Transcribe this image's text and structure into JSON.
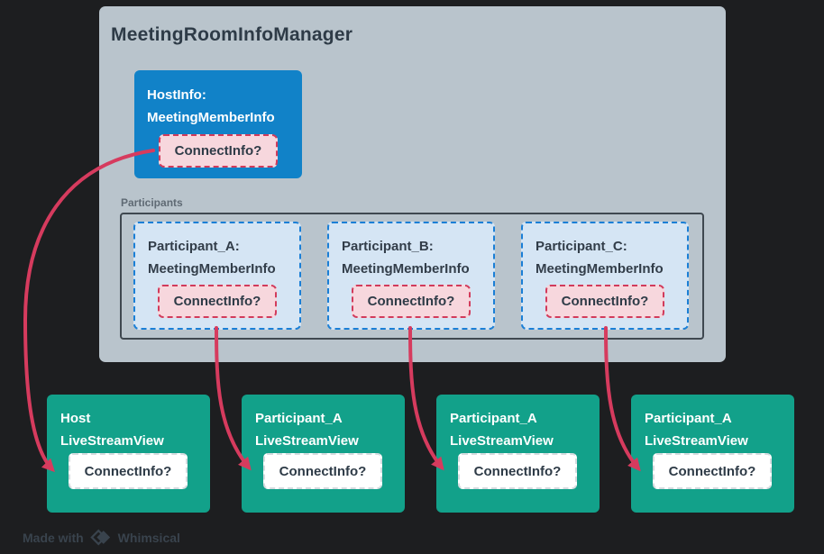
{
  "colors": {
    "background": "#1d1e20",
    "manager_bg": "#b9c4cc",
    "host_bg": "#1182c8",
    "participant_card_bg": "#d5e5f4",
    "participant_card_border": "#1b7fd6",
    "connect_chip_bg": "#f7d7dd",
    "connect_chip_border": "#d23b5b",
    "stream_box_bg": "#12a18a",
    "arrow": "#d63b5e"
  },
  "manager": {
    "title": "MeetingRoomInfoManager",
    "host": {
      "name": "HostInfo:",
      "type": "MeetingMemberInfo",
      "connect": "ConnectInfo?"
    },
    "participants": {
      "label": "Participants",
      "items": [
        {
          "name": "Participant_A:",
          "type": "MeetingMemberInfo",
          "connect": "ConnectInfo?"
        },
        {
          "name": "Participant_B:",
          "type": "MeetingMemberInfo",
          "connect": "ConnectInfo?"
        },
        {
          "name": "Participant_C:",
          "type": "MeetingMemberInfo",
          "connect": "ConnectInfo?"
        }
      ]
    }
  },
  "stream_views": [
    {
      "name": "Host",
      "type": "LiveStreamView",
      "connect": "ConnectInfo?"
    },
    {
      "name": "Participant_A",
      "type": "LiveStreamView",
      "connect": "ConnectInfo?"
    },
    {
      "name": "Participant_A",
      "type": "LiveStreamView",
      "connect": "ConnectInfo?"
    },
    {
      "name": "Participant_A",
      "type": "LiveStreamView",
      "connect": "ConnectInfo?"
    }
  ],
  "watermark": {
    "prefix": "Made with",
    "brand": "Whimsical"
  }
}
